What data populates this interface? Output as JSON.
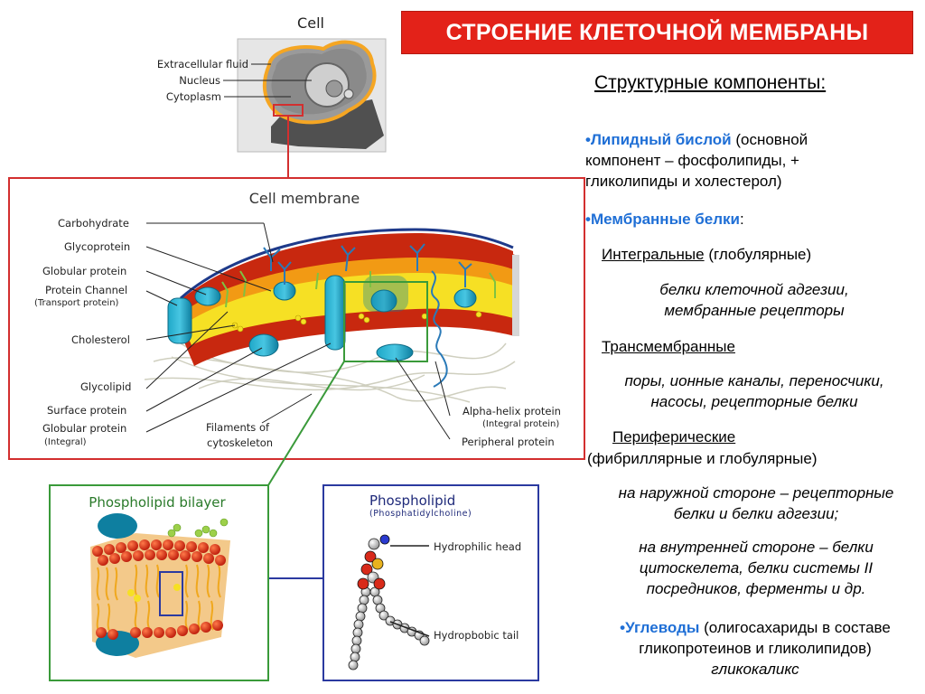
{
  "title": "СТРОЕНИЕ КЛЕТОЧНОЙ МЕМБРАНЫ",
  "right_panel": {
    "structural_components": "Структурные компоненты:",
    "lipid_bilayer_term": "•Липидный бислой",
    "lipid_bilayer_desc1": " (основной",
    "lipid_bilayer_desc2": "компонент – фосфолипиды, +",
    "lipid_bilayer_desc3": "гликолипиды и холестерол)",
    "membrane_proteins_term": "•Мембранные белки",
    "membrane_proteins_colon": ":",
    "integral_term": "Интегральные",
    "integral_desc": " (глобулярные)",
    "integral_examples1": "белки клеточной адгезии,",
    "integral_examples2": "мембранные рецепторы",
    "transmembrane_term": "Трансмембранные",
    "transmembrane_examples1": "поры, ионные каналы, переносчики,",
    "transmembrane_examples2": "насосы, рецепторные белки",
    "peripheral_term": "Периферические",
    "peripheral_desc": "(фибриллярные и глобулярные)",
    "outer_side1": "на наружной стороне – рецепторные",
    "outer_side2": "белки и белки адгезии;",
    "inner_side1": "на внутренней стороне – белки",
    "inner_side2": "цитоскелета, белки системы II",
    "inner_side3": "посредников, ферменты и др.",
    "carbohydrates_term": "•Углеводы",
    "carbohydrates_desc1": " (олигосахариды в составе",
    "carbohydrates_desc2": "гликопротеинов и гликолипидов)",
    "glycocalyx": "гликокаликс"
  },
  "cell_figure": {
    "title": "Cell",
    "labels": {
      "extracellular_fluid": "Extracellular fluid",
      "nucleus": "Nucleus",
      "cytoplasm": "Cytoplasm"
    }
  },
  "membrane_figure": {
    "title": "Cell membrane",
    "labels": {
      "carbohydrate": "Carbohydrate",
      "glycoprotein": "Glycoprotein",
      "globular_protein": "Globular protein",
      "protein_channel": "Protein Channel",
      "transport_protein": "(Transport protein)",
      "cholesterol": "Cholesterol",
      "glycolipid": "Glycolipid",
      "surface_protein": "Surface protein",
      "globular_protein_integral": "Globular protein",
      "integral": "(Integral)",
      "filaments_1": "Filaments of",
      "filaments_2": "cytoskeleton",
      "alpha_helix": "Alpha-helix protein",
      "integral_protein": "(Integral protein)",
      "peripheral_protein": "Peripheral protein"
    }
  },
  "bilayer_figure": {
    "title": "Phospholipid bilayer"
  },
  "phospholipid_figure": {
    "title": "Phospholipid",
    "subtitle": "(Phosphatidylcholine)",
    "head_label": "Hydrophilic head",
    "tail_label": "Hydropbobic tail"
  },
  "colors": {
    "title_bg": "#e32219",
    "accent_blue": "#1f6fd6",
    "frame_red": "#d32f2f",
    "frame_green": "#3a9a3a",
    "frame_blue": "#2b3aa0"
  }
}
